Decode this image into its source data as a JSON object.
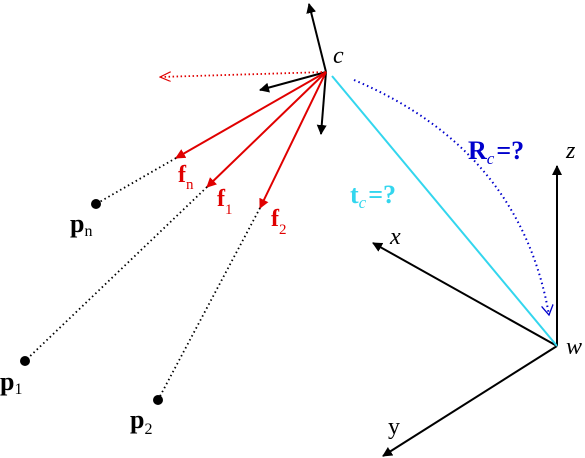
{
  "labels": {
    "camera": "c",
    "world": "w",
    "axis_x": "x",
    "axis_y": "y",
    "axis_z": "z",
    "rotation_main": "R",
    "rotation_sub": "c",
    "rotation_suffix": "=?",
    "translation_main": "t",
    "translation_sub": "c",
    "translation_suffix": "=?",
    "point_1_main": "p",
    "point_1_sub": "1",
    "point_2_main": "p",
    "point_2_sub": "2",
    "point_n_main": "p",
    "point_n_sub": "n",
    "feature_1_main": "f",
    "feature_1_sub": "1",
    "feature_2_main": "f",
    "feature_2_sub": "2",
    "feature_n_main": "f",
    "feature_n_sub": "n"
  },
  "colors": {
    "frame": "#000000",
    "bearing": "#e00000",
    "rotation": "#0000cc",
    "translation": "#33d6ee"
  },
  "markers": {
    "arrow_black": "arrow-head",
    "arrow_red": "arrow-head",
    "arrow_blue": "arrow-head",
    "open_arrow_red": "open-arrow-head"
  }
}
